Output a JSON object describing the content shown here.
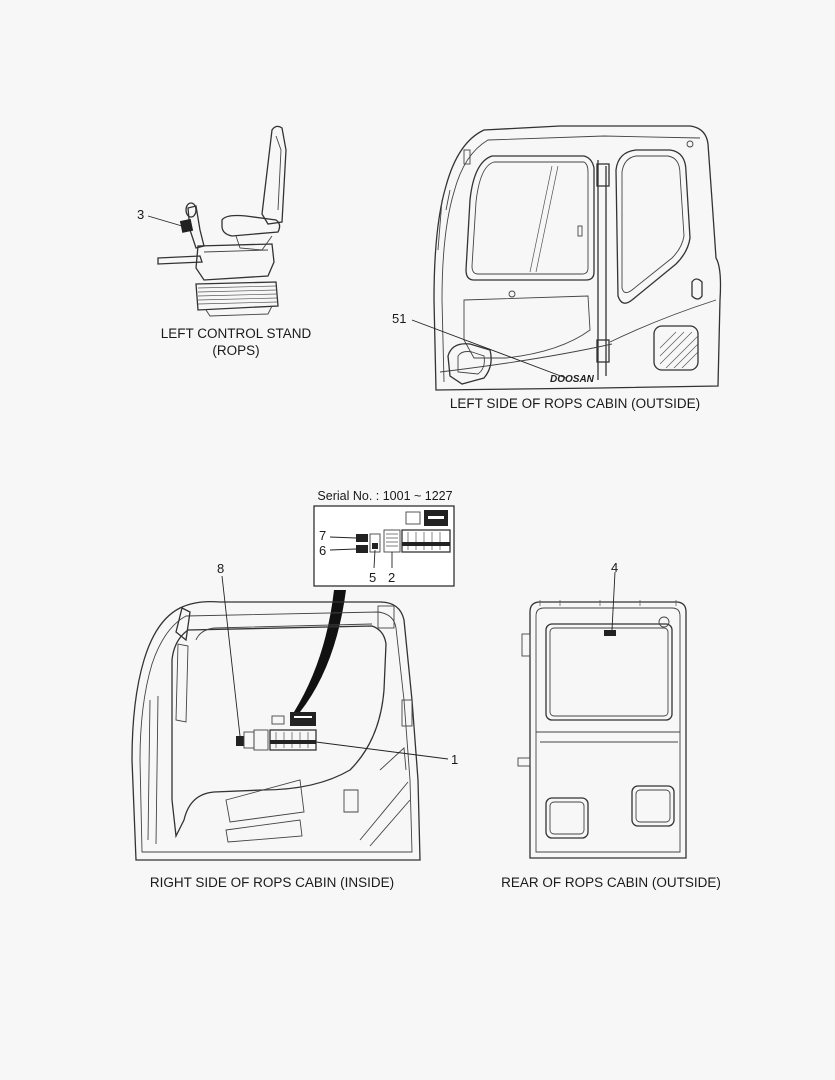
{
  "views": {
    "left_control_stand": {
      "caption_line1": "LEFT CONTROL STAND",
      "caption_line2": "(ROPS)"
    },
    "left_side_cabin": {
      "caption": "LEFT SIDE OF ROPS CABIN (OUTSIDE)",
      "logo_text": "DOOSAN"
    },
    "right_side_cabin": {
      "caption": "RIGHT SIDE OF ROPS CABIN (INSIDE)"
    },
    "rear_cabin": {
      "caption": "REAR OF ROPS CABIN (OUTSIDE)"
    },
    "detail_box": {
      "title": "Serial No. : 1001 ~ 1227"
    }
  },
  "callouts": {
    "c1": "1",
    "c2": "2",
    "c3": "3",
    "c4": "4",
    "c5": "5",
    "c6": "6",
    "c7": "7",
    "c8": "8",
    "c51": "51"
  }
}
